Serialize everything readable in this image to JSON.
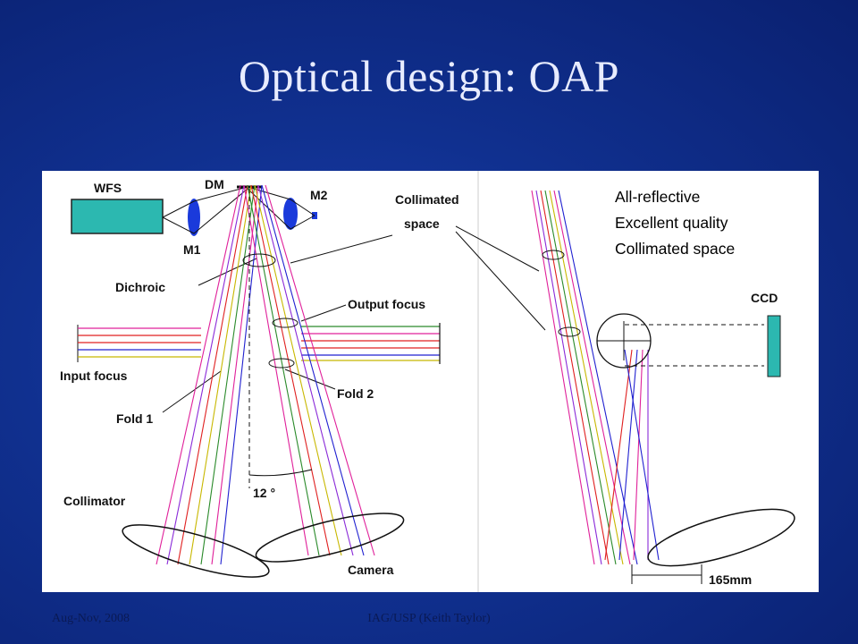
{
  "slide": {
    "title": "Optical design: OAP",
    "footer_left": "Aug-Nov, 2008",
    "footer_center": "IAG/USP (Keith Taylor)"
  },
  "diagram": {
    "labels": {
      "wfs": "WFS",
      "dm": "DM",
      "m1": "M1",
      "m2": "M2",
      "collimated_space": "Collimated",
      "collimated_space_2": "space",
      "dichroic": "Dichroic",
      "output_focus": "Output focus",
      "input_focus": "Input focus",
      "fold1": "Fold 1",
      "fold2": "Fold 2",
      "angle": "12 °",
      "collimator": "Collimator",
      "camera": "Camera",
      "ccd": "CCD",
      "dimension": "165mm"
    },
    "notes": [
      "All-reflective",
      "Excellent quality",
      "Collimated space"
    ],
    "colors": {
      "wfs_box": "#2cb8b0",
      "ccd_box": "#2cb8b0",
      "lens": "#1a3adb",
      "rays": [
        "#e0209a",
        "#e02020",
        "#2a8a2a",
        "#2020d0",
        "#c8b800",
        "#8a2ad8",
        "#ff7f00"
      ]
    }
  }
}
